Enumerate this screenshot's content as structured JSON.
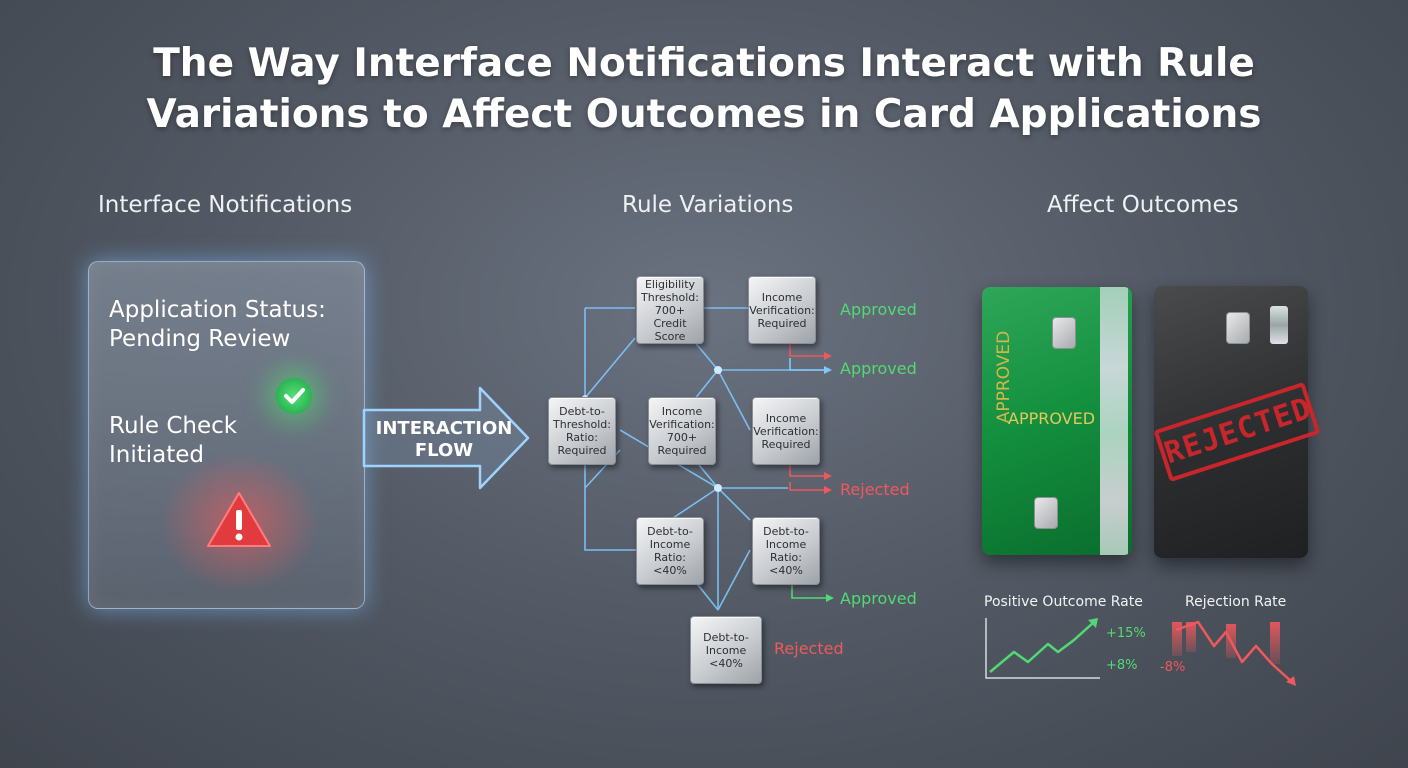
{
  "title": {
    "line1": "The Way Interface Notifications Interact with Rule",
    "line2": "Variations to Affect Outcomes in Card Applications"
  },
  "columns": {
    "notifications": "Interface Notifications",
    "rules": "Rule Variations",
    "outcomes": "Affect Outcomes"
  },
  "notification_panel": {
    "status": "Application Status: Pending Review",
    "rule_check": "Rule Check Initiated",
    "icons": [
      "check-icon",
      "warning-icon"
    ]
  },
  "flow": {
    "label": "INTERACTION FLOW"
  },
  "rule_nodes": [
    {
      "id": "n1",
      "text": "Eligibility Threshold: 700+ Credit Score"
    },
    {
      "id": "n2",
      "text": "Income Verification: Required"
    },
    {
      "id": "n3",
      "text": "Debt-to-Threshold: Ratio: Required"
    },
    {
      "id": "n4",
      "text": "Income Verification: 700+ Required"
    },
    {
      "id": "n5",
      "text": "Income Verification: Required"
    },
    {
      "id": "n6",
      "text": "Debt-to-Income Ratio: <40%"
    },
    {
      "id": "n7",
      "text": "Debt-to-Income Ratio: <40%"
    },
    {
      "id": "n8",
      "text": "Debt-to-Income <40%"
    }
  ],
  "outcome_labels": [
    {
      "text": "Approved",
      "status": "approved"
    },
    {
      "text": "Approved",
      "status": "approved"
    },
    {
      "text": "Rejected",
      "status": "rejected"
    },
    {
      "text": "Approved",
      "status": "approved"
    },
    {
      "text": "Rejected",
      "status": "rejected"
    }
  ],
  "cards": {
    "approved_vertical": "APPROVED",
    "approved_horizontal": "APPROVED",
    "rejected_stamp": "REJECTED"
  },
  "metrics": {
    "positive": {
      "label": "Positive Outcome Rate",
      "change1": "+15%",
      "change2": "+8%"
    },
    "rejection": {
      "label": "Rejection Rate",
      "change": "-8%"
    }
  },
  "colors": {
    "approved": "#52d973",
    "rejected": "#f0585b",
    "flow_glow": "#7ec8ff",
    "card_green": "#14913f",
    "card_dark": "#2c2d2f"
  }
}
